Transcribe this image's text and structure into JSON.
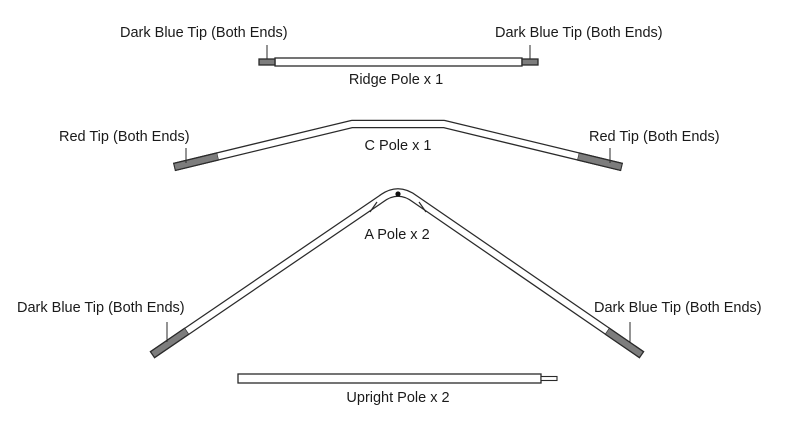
{
  "ridge_pole": {
    "name": "Ridge Pole x 1",
    "left_tip_label": "Dark Blue Tip (Both Ends)",
    "right_tip_label": "Dark Blue Tip (Both Ends)"
  },
  "c_pole": {
    "name": "C Pole x 1",
    "left_tip_label": "Red Tip (Both Ends)",
    "right_tip_label": "Red Tip (Both Ends)"
  },
  "a_pole": {
    "name": "A Pole x 2",
    "left_tip_label": "Dark Blue Tip (Both Ends)",
    "right_tip_label": "Dark Blue Tip (Both Ends)"
  },
  "upright_pole": {
    "name": "Upright Pole x 2"
  },
  "colors": {
    "tip_fill": "#7d7d7d",
    "outline": "#2a2a2a"
  }
}
